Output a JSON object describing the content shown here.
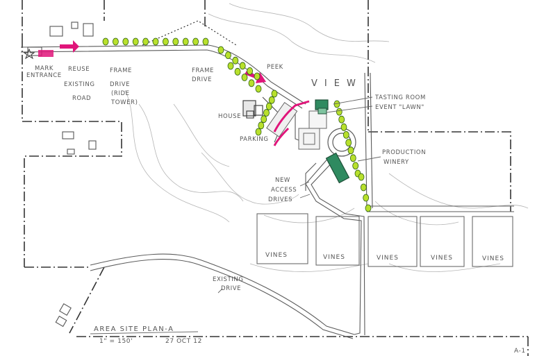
{
  "labels": {
    "mark_entrance": [
      "MARK",
      "ENTRANCE"
    ],
    "reuse_road": [
      "REUSE",
      "EXISTING",
      "ROAD"
    ],
    "frame_drive_1": [
      "FRAME",
      "DRIVE",
      "(RIDE",
      "TOWER)"
    ],
    "frame_drive_2": [
      "FRAME",
      "DRIVE"
    ],
    "peek": "PEEK",
    "view": "VIEW",
    "house": "HOUSE",
    "parking": "PARKING",
    "tasting_room": "TASTING ROOM",
    "event_lawn": "EVENT \"LAWN\"",
    "production_winery": [
      "PRODUCTION",
      "WINERY"
    ],
    "new_access": [
      "NEW",
      "ACCESS",
      "DRIVES"
    ],
    "existing_drive": [
      "EXISTING",
      "DRIVE"
    ],
    "vines": [
      "VINES",
      "VINES",
      "VINES",
      "VINES",
      "VINES"
    ],
    "title": "AREA SITE PLAN-A",
    "scale": "1\" = 150'",
    "date": "27 OCT 12",
    "sheet": "A-1"
  },
  "colors": {
    "pencil": "#5a5a5a",
    "dashed_line": "#333333",
    "trees": "#b8e02c",
    "tree_outline": "#2e5f14",
    "magenta": "#e0157a",
    "green_building": "#2f8a60",
    "paper": "#ffffff"
  }
}
